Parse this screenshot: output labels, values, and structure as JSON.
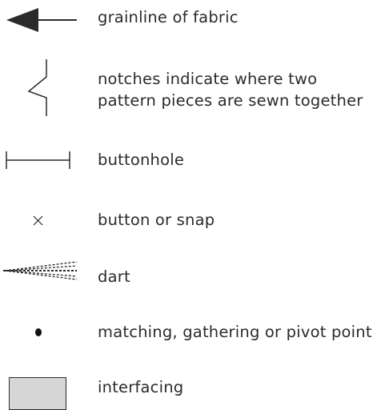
{
  "legend": {
    "items": [
      {
        "symbol": "arrow-icon",
        "text": "grainline of fabric"
      },
      {
        "symbol": "notch-icon",
        "line1": "notches indicate where two",
        "line2": "pattern pieces are sewn together"
      },
      {
        "symbol": "buttonhole-icon",
        "text": "buttonhole"
      },
      {
        "symbol": "x-mark-icon",
        "text": "button or snap"
      },
      {
        "symbol": "dart-icon",
        "text": "dart"
      },
      {
        "symbol": "dot-icon",
        "text": "matching, gathering or pivot point"
      },
      {
        "symbol": "interfacing-swatch-icon",
        "text": "interfacing"
      }
    ],
    "colors": {
      "ink": "#2b2b2b",
      "swatch_fill": "#d6d6d6"
    }
  }
}
